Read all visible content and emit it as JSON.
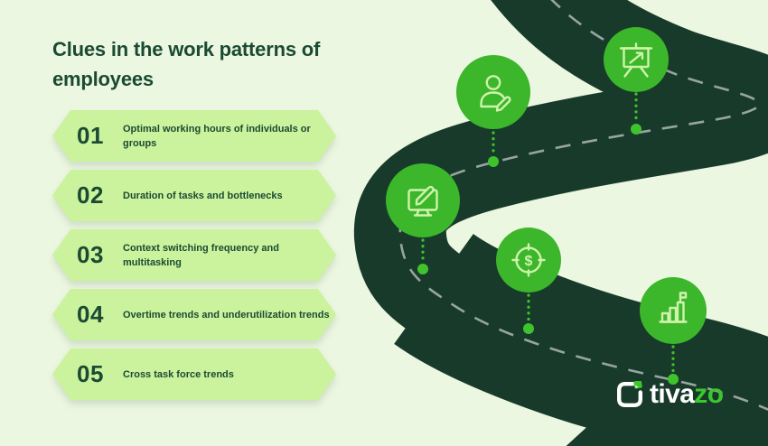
{
  "header": {
    "title": "Clues in the work patterns of employees"
  },
  "list": {
    "items": [
      {
        "number": "01",
        "label": "Optimal working hours of individuals or groups"
      },
      {
        "number": "02",
        "label": "Duration of tasks and bottlenecks"
      },
      {
        "number": "03",
        "label": "Context switching frequency and multitasking"
      },
      {
        "number": "04",
        "label": "Overtime trends and underutilization trends"
      },
      {
        "number": "05",
        "label": "Cross task force trends"
      }
    ]
  },
  "roadmap": {
    "milestones": [
      {
        "icon": "user-edit-icon"
      },
      {
        "icon": "presentation-board-arrow-icon"
      },
      {
        "icon": "monitor-edit-icon"
      },
      {
        "icon": "dollar-target-icon",
        "symbol": "$"
      },
      {
        "icon": "bar-chart-flag-icon"
      }
    ]
  },
  "logo": {
    "icon": "tivazo-mark-icon",
    "text_primary": "tiva",
    "text_accent": "zo"
  },
  "colors": {
    "background": "#ECF7E1",
    "banner": "#CBF29C",
    "ink": "#1B4A33",
    "road": "#183A2B",
    "marker_green": "#3CB62A",
    "icon_pale": "#CFF3AC",
    "logo_accent": "#3CC82C"
  }
}
